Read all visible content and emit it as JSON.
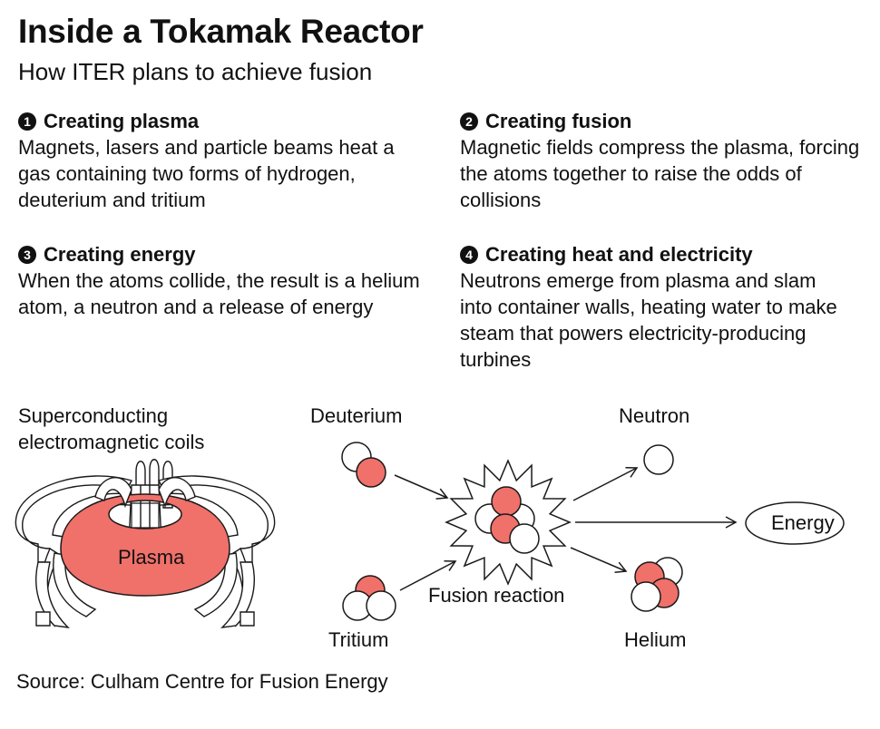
{
  "header": {
    "title": "Inside a Tokamak Reactor",
    "subtitle": "How ITER plans to achieve fusion"
  },
  "steps": [
    {
      "number": "1",
      "title": "Creating plasma",
      "body": "Magnets, lasers and particle beams heat a gas containing two forms of hydrogen, deuterium and tritium"
    },
    {
      "number": "2",
      "title": "Creating fusion",
      "body": "Magnetic fields compress the plasma, forcing the atoms together to raise the odds of collisions"
    },
    {
      "number": "3",
      "title": "Creating energy",
      "body": "When the atoms collide, the result is a helium atom, a neutron and a release of energy"
    },
    {
      "number": "4",
      "title": "Creating heat and electricity",
      "body": "Neutrons emerge from plasma and slam into container walls, heating water to make steam that powers electricity-producing turbines"
    }
  ],
  "diagram": {
    "coils_label_line1": "Superconducting",
    "coils_label_line2": "electromagnetic coils",
    "plasma_label": "Plasma",
    "deuterium_label": "Deuterium",
    "tritium_label": "Tritium",
    "fusion_label": "Fusion reaction",
    "neutron_label": "Neutron",
    "helium_label": "Helium",
    "energy_label": "Energy"
  },
  "colors": {
    "proton": "#f0706a",
    "neutron": "#ffffff",
    "stroke": "#1a1a1a"
  },
  "source": "Source: Culham Centre for Fusion Energy"
}
